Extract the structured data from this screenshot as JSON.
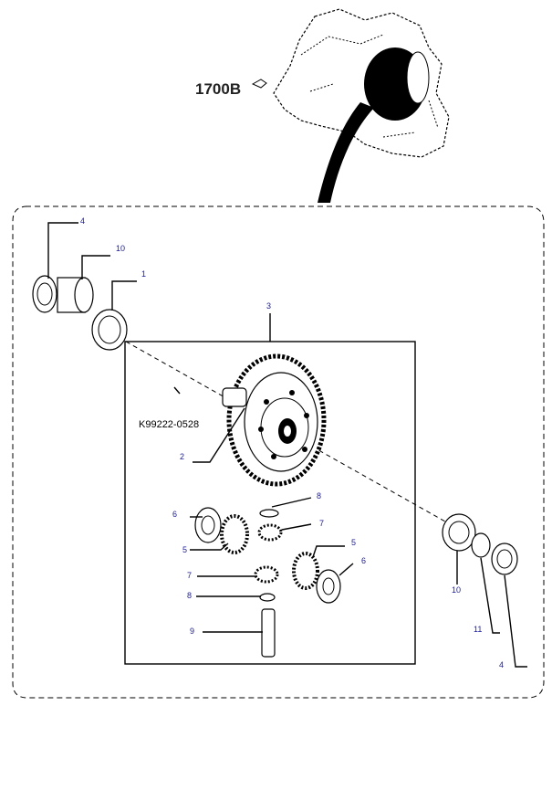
{
  "assembly": {
    "code": "1700B",
    "subpart_code": "K99222-0528"
  },
  "callouts": {
    "c4_top": "4",
    "c10_top": "10",
    "c1": "1",
    "c3": "3",
    "c2": "2",
    "c8_top": "8",
    "c6_left": "6",
    "c7_top": "7",
    "c5_left": "5",
    "c5_right": "5",
    "c6_right": "6",
    "c7_bottom": "7",
    "c8_bottom": "8",
    "c9": "9",
    "c10_right": "10",
    "c11": "11",
    "c4_right": "4"
  }
}
